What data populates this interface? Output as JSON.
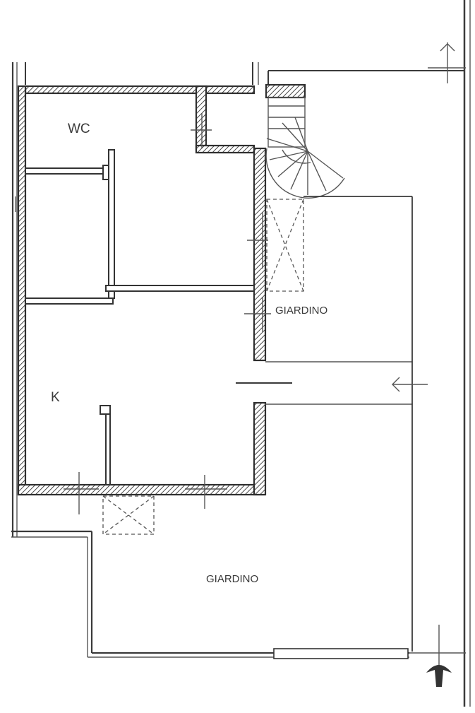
{
  "rooms": {
    "wc": "WC",
    "kitchen": "K",
    "garden_upper": "GIARDINO",
    "garden_lower": "GIARDINO"
  },
  "colors": {
    "ink": "#2e2e2e",
    "paper": "#ffffff"
  },
  "icons": {
    "north_arrow": "north-arrow-icon",
    "entrance_arrow": "entrance-arrow-icon"
  }
}
